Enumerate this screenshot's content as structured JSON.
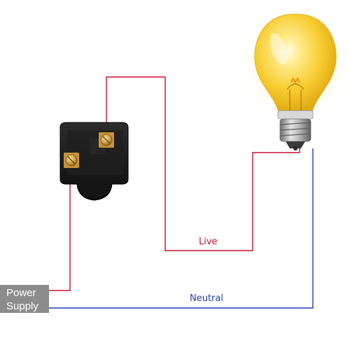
{
  "power_supply": {
    "line1": "Power",
    "line2": "Supply"
  },
  "wires": {
    "live": {
      "label": "Live",
      "color": "#c8102e"
    },
    "neutral": {
      "label": "Neutral",
      "color": "#1f3fb5"
    }
  },
  "components": {
    "switch": "switch-icon",
    "bulb": "light-bulb-icon",
    "power_supply": "power-supply-box"
  },
  "colors": {
    "switch_body": "#1a1a1a",
    "bulb_glass": "#f5c928",
    "bulb_base": "#9a9a9a",
    "terminal": "#d3a24a"
  }
}
